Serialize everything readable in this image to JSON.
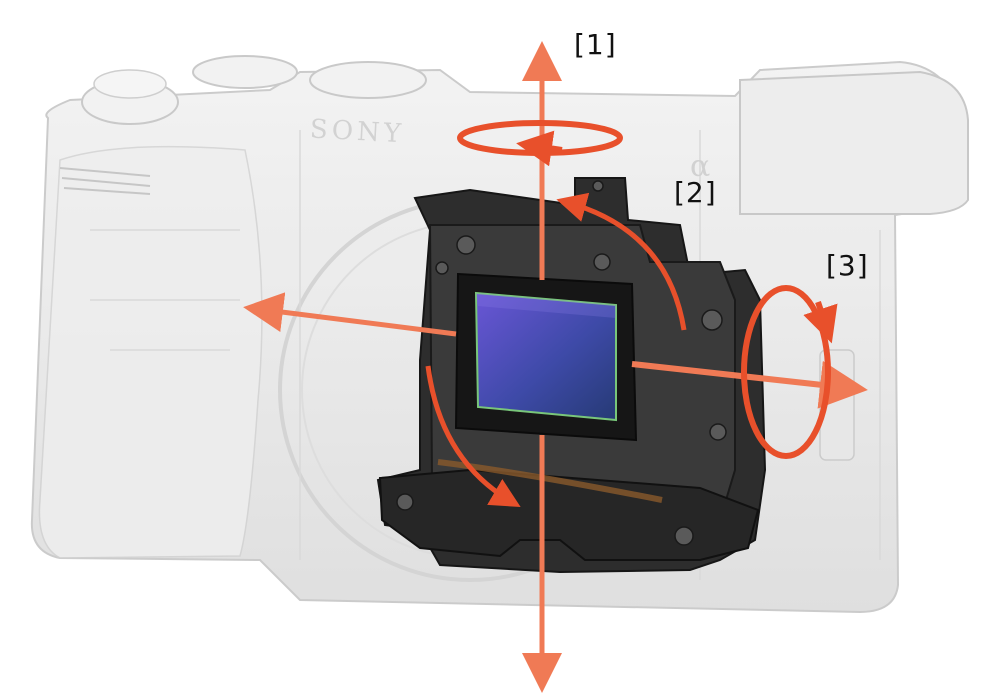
{
  "camera": {
    "brand_mark": "SONY",
    "model_mark": "α"
  },
  "axes": [
    {
      "id": "yaw",
      "label": "[1]"
    },
    {
      "id": "pitch",
      "label": "[2]"
    },
    {
      "id": "roll",
      "label": "[3]"
    }
  ],
  "colors": {
    "arrow": "#f07a55",
    "arrow_dark": "#e8502b",
    "camera_body": "#e9e9e9",
    "camera_edge": "#c9c9c9",
    "mechanism": "#2b2b2b",
    "sensor_frame": "#141414",
    "sensor_glass_top": "#6a56d6",
    "sensor_glass_bottom": "#2b3e80",
    "sensor_edge": "#79c67a"
  }
}
